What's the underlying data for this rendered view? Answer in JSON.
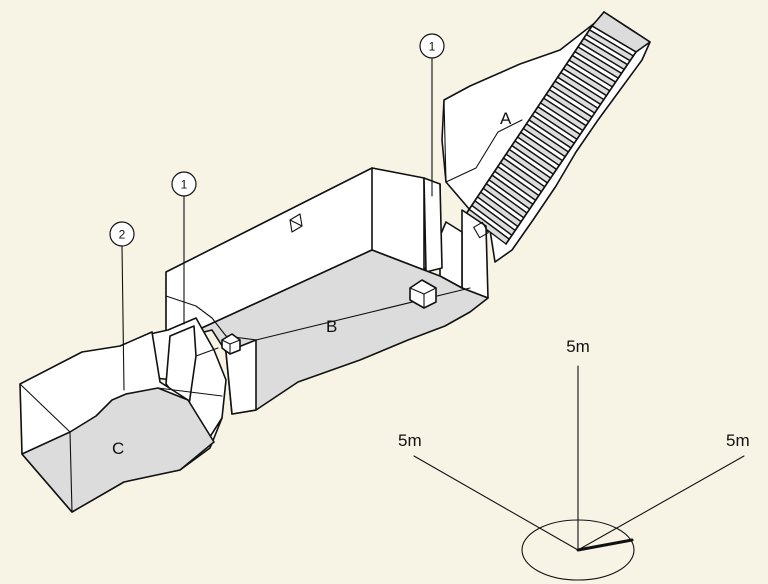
{
  "labels": {
    "chamber_a": "A",
    "chamber_b": "B",
    "chamber_c": "C",
    "callout_stair": "1",
    "callout_shaft": "1",
    "callout_floor": "2"
  },
  "scale": {
    "vertical": "5m",
    "left": "5m",
    "right": "5m"
  }
}
